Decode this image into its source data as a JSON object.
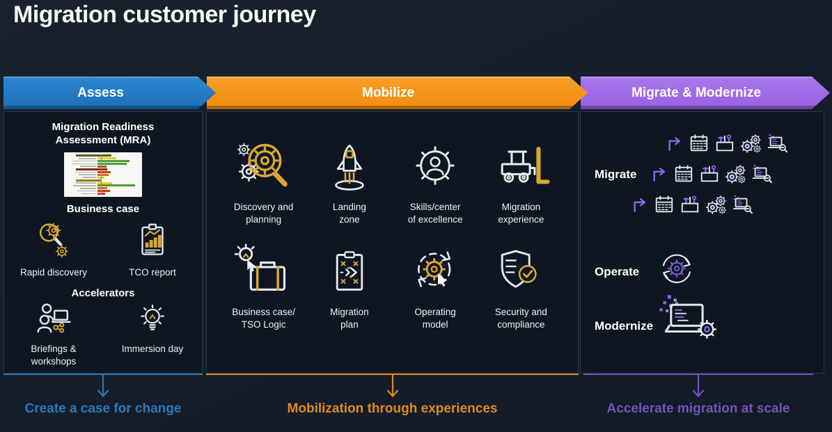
{
  "title": "Migration customer journey",
  "colors": {
    "background": "#141d29",
    "panel": "#0e1621",
    "assess_blue": "#2178c4",
    "mobilize_orange": "#f7941e",
    "modernize_purple": "#a06fe6",
    "gold_accent": "#d9a733",
    "purple_accent": "#8a63e8",
    "footer_blue": "#2d76ba",
    "footer_orange": "#df8a1d",
    "footer_purple": "#7452bd"
  },
  "columns": {
    "assess": {
      "header": "Assess",
      "sections": {
        "mra": {
          "heading": "Migration Readiness\nAssessment (MRA)"
        },
        "business_case": {
          "heading": "Business case",
          "items": [
            {
              "label": "Rapid discovery",
              "icon": "magnifier-gears-icon"
            },
            {
              "label": "TCO report",
              "icon": "tco-report-icon"
            }
          ]
        },
        "accelerators": {
          "heading": "Accelerators",
          "items": [
            {
              "label": "Briefings &\nworkshops",
              "icon": "briefings-workshops-icon"
            },
            {
              "label": "Immersion day",
              "icon": "immersion-day-icon"
            }
          ]
        }
      },
      "footer": "Create a case for change"
    },
    "mobilize": {
      "header": "Mobilize",
      "items": [
        {
          "label": "Discovery and\nplanning",
          "icon": "discovery-planning-icon"
        },
        {
          "label": "Landing\nzone",
          "icon": "landing-zone-icon"
        },
        {
          "label": "Skills/center\nof excellence",
          "icon": "skills-coe-icon"
        },
        {
          "label": "Migration\nexperience",
          "icon": "forklift-icon"
        },
        {
          "label": "Business case/\nTSO Logic",
          "icon": "briefcase-idea-icon"
        },
        {
          "label": "Migration\nplan",
          "icon": "migration-plan-icon"
        },
        {
          "label": "Operating\nmodel",
          "icon": "operating-model-icon"
        },
        {
          "label": "Security and\ncompliance",
          "icon": "shield-check-icon"
        }
      ],
      "footer": "Mobilization through experiences"
    },
    "migrate_modernize": {
      "header": "Migrate & Modernize",
      "stages": [
        {
          "label": "Migrate",
          "icon": "migrate-waves-icons"
        },
        {
          "label": "Operate",
          "icon": "operate-cycle-icon"
        },
        {
          "label": "Modernize",
          "icon": "modernize-laptop-icon"
        }
      ],
      "footer": "Accelerate migration at scale"
    }
  },
  "mra_chart": {
    "type": "bar",
    "orientation": "horizontal",
    "rows": [
      {
        "kind": "header",
        "color": "#4e5c20",
        "offset": 12,
        "width": 50
      },
      {
        "kind": "bar",
        "color": "#e7c92f",
        "label": 60,
        "width": 27
      },
      {
        "kind": "bar",
        "color": "#4f9e3a",
        "label": 80,
        "width": 45
      },
      {
        "kind": "bar",
        "color": "#4f9e3a",
        "label": 85,
        "width": 41
      },
      {
        "kind": "bar",
        "color": "#c23f1d",
        "label": 55,
        "width": 13
      },
      {
        "kind": "header",
        "color": "#7c2a12",
        "offset": 12,
        "width": 44
      },
      {
        "kind": "bar",
        "color": "#c23f1d",
        "label": 75,
        "width": 19
      },
      {
        "kind": "bar",
        "color": "#d86b15",
        "label": 60,
        "width": 16
      },
      {
        "kind": "bar",
        "color": "#e7c92f",
        "label": 45,
        "width": 10
      },
      {
        "kind": "header",
        "color": "#9a7a14",
        "offset": 12,
        "width": 36
      },
      {
        "kind": "bar",
        "color": "#e7c92f",
        "label": 70,
        "width": 21
      },
      {
        "kind": "bar",
        "color": "#4f9e3a",
        "label": 80,
        "width": 53
      },
      {
        "kind": "bar",
        "color": "#d86b15",
        "label": 55,
        "width": 14
      },
      {
        "kind": "bar",
        "color": "#c23f1d",
        "label": 65,
        "width": 18
      },
      {
        "kind": "bar",
        "color": "#c23f1d",
        "label": 50,
        "width": 11
      }
    ]
  }
}
